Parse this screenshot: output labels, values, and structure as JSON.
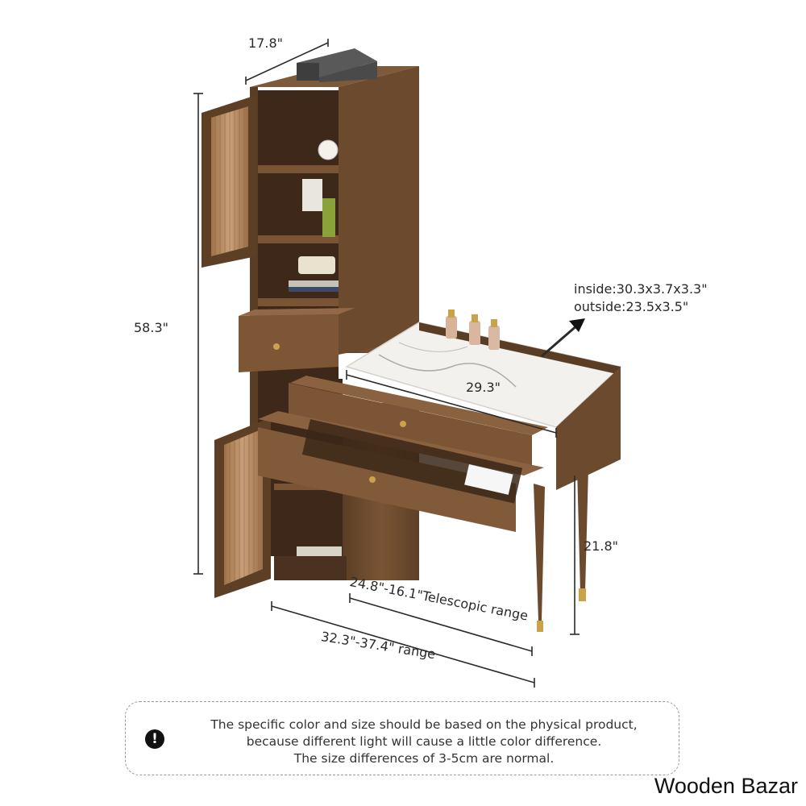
{
  "dimensions": {
    "top_width": "17.8\"",
    "height": "58.3\"",
    "drawer_inside": "inside:30.3x3.7x3.3\"",
    "drawer_outside": "outside:23.5x3.5\"",
    "desk_depth": "29.3\"",
    "desk_height": "21.8\"",
    "telescopic": "24.8\"-16.1\"Telescopic range",
    "overall_range": "32.3\"-37.4\" range"
  },
  "notice": {
    "icon": "exclamation-icon",
    "lines": [
      "The specific color and size should be based on the physical product,",
      "because different light will cause a little color difference.",
      "The size differences of 3-5cm are normal."
    ]
  },
  "brand": "Wooden Bazar",
  "colors": {
    "wood": "#6b4a2e",
    "wood_dark": "#4a3120",
    "wood_light": "#8a6240",
    "marble": "#f2f1ee",
    "gold": "#c9a24a"
  }
}
